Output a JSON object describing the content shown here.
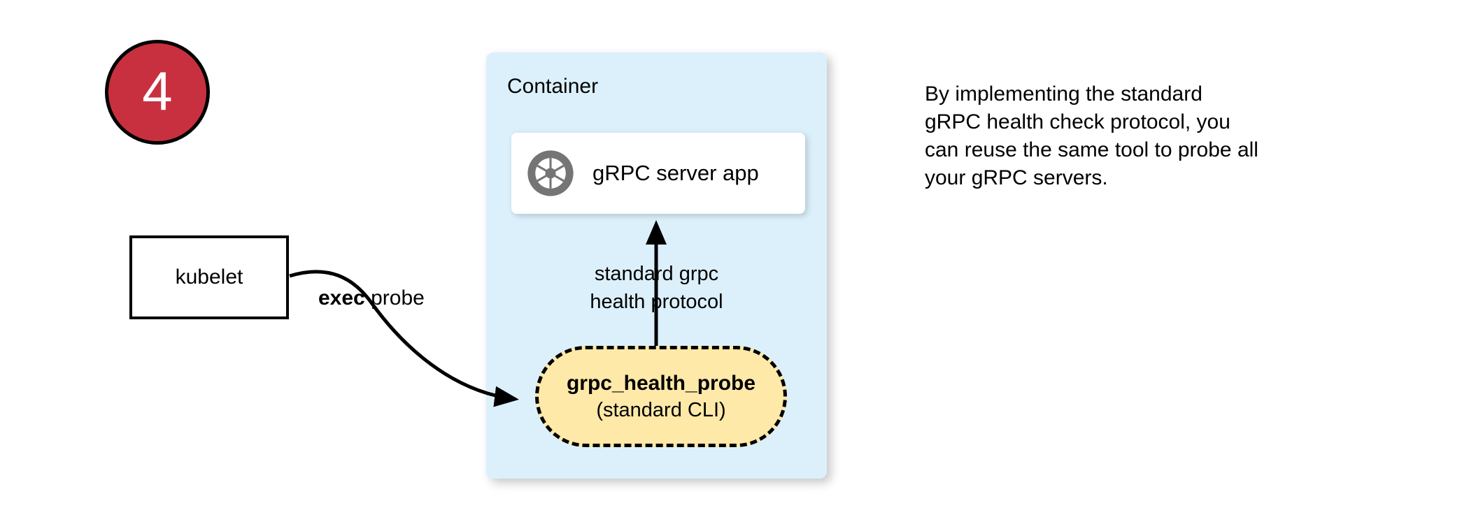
{
  "colors": {
    "badge_fill": "#c9303f",
    "container_fill": "#dcf0fb",
    "probe_fill": "#ffe9a8",
    "icon_gray": "#757575",
    "stroke": "#000000"
  },
  "step": {
    "number": "4"
  },
  "kubelet": {
    "label": "kubelet"
  },
  "edges": {
    "exec_probe_bold": "exec",
    "exec_probe_rest": " probe",
    "protocol_line1": "standard grpc",
    "protocol_line2": "health protocol"
  },
  "container": {
    "title": "Container",
    "server_app": {
      "icon": "grpc-aperture-icon",
      "label": "gRPC server app"
    },
    "probe": {
      "title": "grpc_health_probe",
      "subtitle": "(standard CLI)"
    }
  },
  "explanation": {
    "line1": "By implementing the standard",
    "line2": "gRPC health check protocol, you",
    "line3": "can reuse the same tool to probe all",
    "line4": "your gRPC servers."
  }
}
